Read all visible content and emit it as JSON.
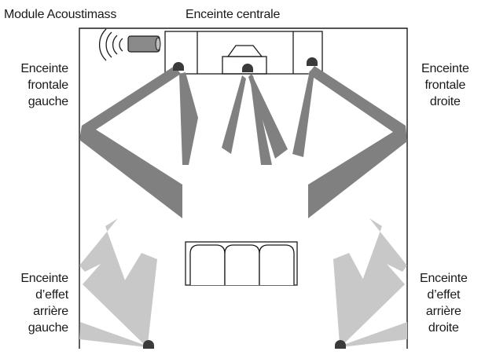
{
  "labels": {
    "module": "Module Acoustimass",
    "center": "Enceinte centrale",
    "front_left": [
      "Enceinte",
      "frontale",
      "gauche"
    ],
    "front_right": [
      "Enceinte",
      "frontale",
      "droite"
    ],
    "rear_left": [
      "Enceinte",
      "d’effet",
      "arrière",
      "gauche"
    ],
    "rear_right": [
      "Enceinte",
      "d’effet",
      "arrière",
      "droite"
    ]
  },
  "colors": {
    "outline": "#1a1a1a",
    "front_beam": "#808080",
    "rear_beam": "#c8c8c8",
    "speaker": "#3a3a3a",
    "module_body": "#8a8a8a"
  },
  "icons": [
    "sound-waves-icon",
    "acoustimass-module-icon",
    "speaker-icon",
    "sofa-icon",
    "tv-icon"
  ]
}
